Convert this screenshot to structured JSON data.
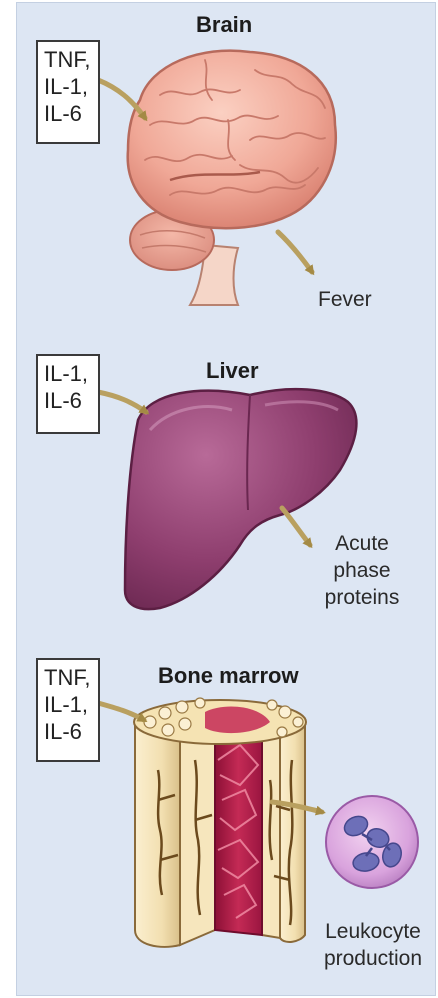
{
  "panels": [
    {
      "organ": "Brain",
      "cytokines": [
        "TNF,",
        "IL-1,",
        "IL-6"
      ],
      "effect": [
        "Fever"
      ]
    },
    {
      "organ": "Liver",
      "cytokines": [
        "IL-1,",
        "IL-6"
      ],
      "effect": [
        "Acute",
        "phase",
        "proteins"
      ]
    },
    {
      "organ": "Bone marrow",
      "cytokines": [
        "TNF,",
        "IL-1,",
        "IL-6"
      ],
      "effect": [
        "Leukocyte",
        "production"
      ]
    }
  ],
  "colors": {
    "background": "#dde6f3",
    "brain": "#f0a897",
    "liver": "#8e3e6e",
    "bone": "#f2dfb0",
    "marrow": "#b51f4a",
    "leukocyte": "#d9a3dd",
    "arrow": "#b9a060"
  }
}
